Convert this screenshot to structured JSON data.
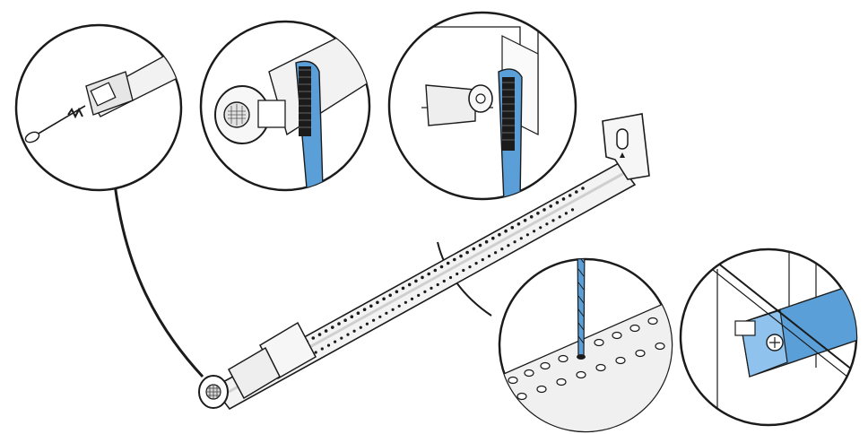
{
  "figure": {
    "type": "burner cleaning instructional illustration",
    "colors": {
      "line": "#1b1b1b",
      "burner_fill": "#f3f3f3",
      "burner_shade": "#dcdcdc",
      "accent": "#5a9fd8",
      "accent_light": "#8fc2ec",
      "background": "#ffffff"
    },
    "insets": [
      {
        "id": "pipe-cleaner-venturi",
        "icon": "pipe-cleaner-icon"
      },
      {
        "id": "brush-venturi-end",
        "icon": "toothbrush-icon"
      },
      {
        "id": "brush-orifice-holder",
        "icon": "toothbrush-icon"
      },
      {
        "id": "drill-bit-ports",
        "icon": "drill-bit-icon"
      },
      {
        "id": "burner-reinstall",
        "icon": "burner-mount-icon"
      }
    ]
  }
}
